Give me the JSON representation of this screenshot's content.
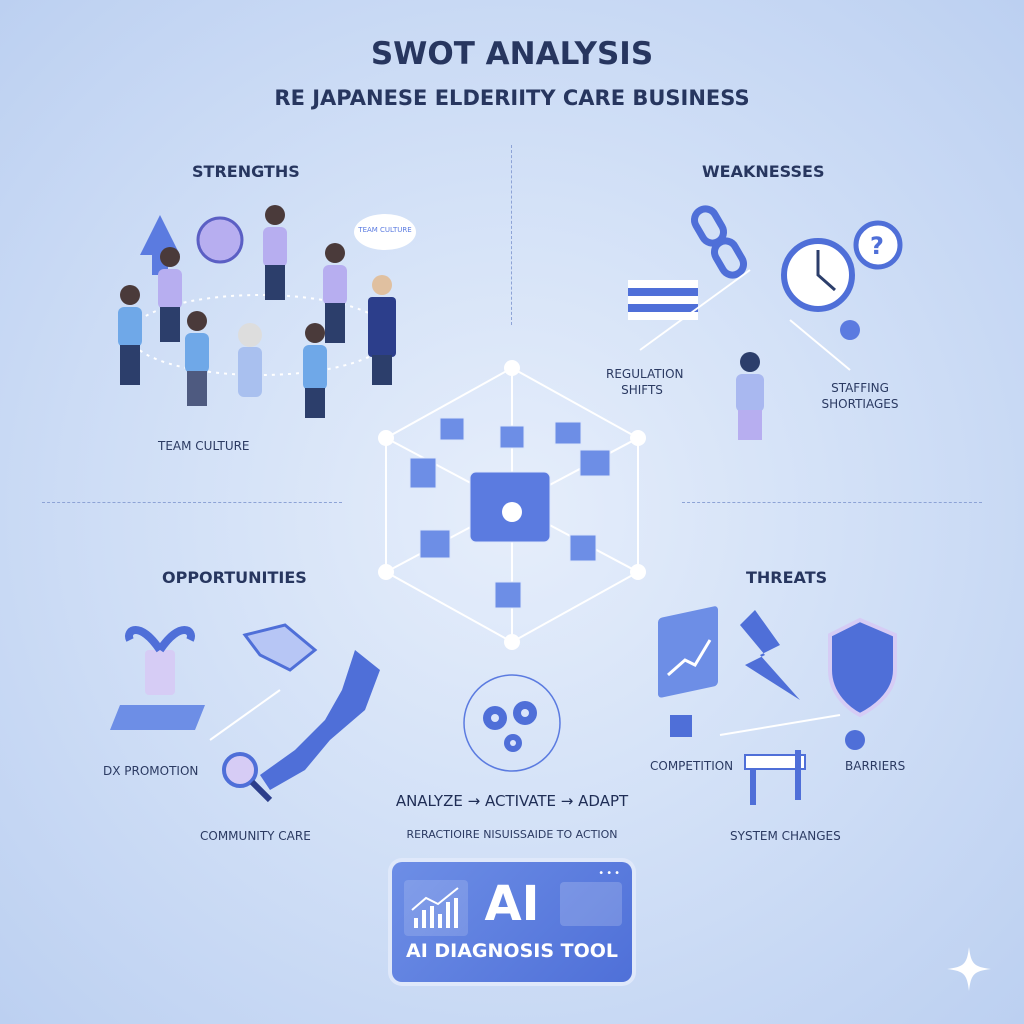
{
  "header": {
    "title": "SWOT ANALYSIS",
    "subtitle": "RE JAPANESE ELDERIITY CARE BUSINESS"
  },
  "quadrants": {
    "strengths": {
      "heading": "STRENGTHS",
      "labels": [
        "TEAM CULTURE"
      ],
      "bubble": "TEAM CULTURE"
    },
    "weaknesses": {
      "heading": "WEAKNESSES",
      "labels": [
        "REGULATION SHIFTS",
        "STAFFING SHORTIAGES"
      ]
    },
    "opportunities": {
      "heading": "OPPORTUNITIES",
      "labels": [
        "DX PROMOTION",
        "COMMUNITY CARE"
      ]
    },
    "threats": {
      "heading": "THREATS",
      "labels": [
        "COMPETITION",
        "BARRIERS",
        "SYSTEM CHANGES"
      ]
    }
  },
  "center": {
    "cycle": "ANALYZE → ACTIVATE → ADAPT",
    "caption": "RERACTIOIRE NISUISSAIDE TO ACTION"
  },
  "ai_tool": {
    "badge": "AI",
    "label": "AI DIAGNOSIS TOOL",
    "menu": "•••"
  },
  "colors": {
    "accent": "#5b7be0",
    "text": "#27365f",
    "background": "#d3e1f7"
  }
}
